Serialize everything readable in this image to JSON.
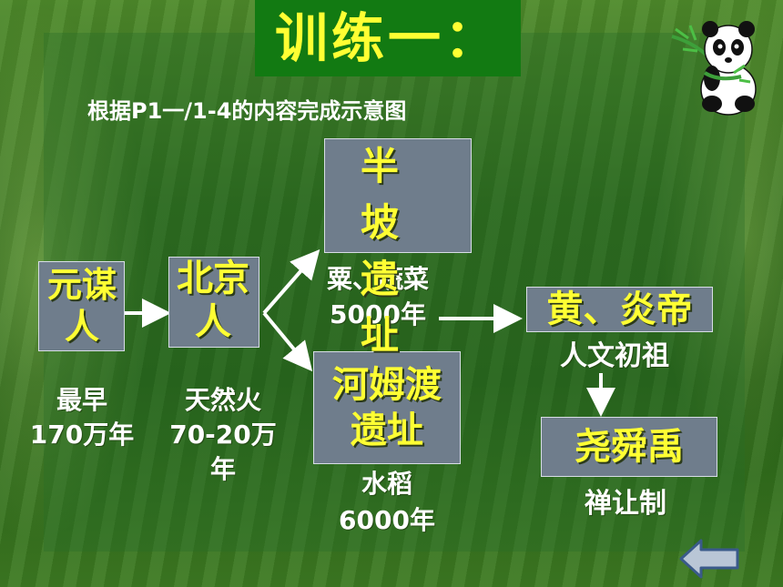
{
  "title": "训练一：",
  "subtitle": "根据P1一/1-4的内容完成示意图",
  "nodes": {
    "yuanmou": {
      "label": "元谋人",
      "notes": [
        "最早",
        "170万年"
      ]
    },
    "beijing": {
      "label": "北京人",
      "notes": [
        "天然火",
        "70-20万",
        "年"
      ]
    },
    "banpo": {
      "label": "半坡遗址",
      "notes": [
        "粟、蔬菜",
        "5000年"
      ]
    },
    "hemudu": {
      "label": "河姆渡遗址",
      "notes": [
        "水稻",
        "6000年"
      ]
    },
    "huangyan": {
      "label": "黄、炎帝",
      "notes": [
        "人文初祖"
      ]
    },
    "yaoshunyu": {
      "label": "尧舜禹",
      "notes": [
        "禅让制"
      ]
    }
  },
  "colors": {
    "box_fill": "#6f7d8c",
    "label_text": "#ffff33",
    "note_text": "#ffffff",
    "title_bg": "#127a12"
  },
  "icons": {
    "mascot": "panda-with-bamboo-icon",
    "back": "left-arrow-icon"
  }
}
